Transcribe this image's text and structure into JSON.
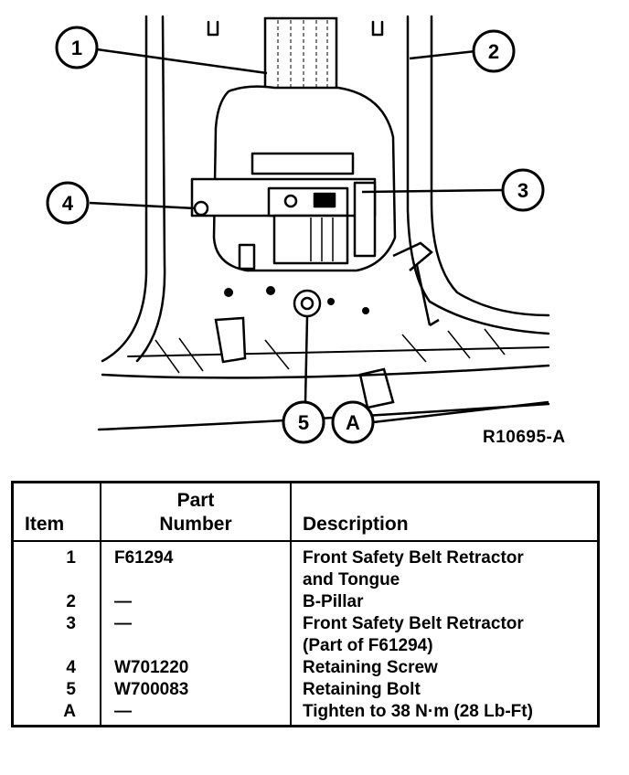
{
  "figure": {
    "callouts": [
      "1",
      "2",
      "3",
      "4",
      "5",
      "A"
    ],
    "figure_id": "R10695-A"
  },
  "table": {
    "headers": {
      "item": "Item",
      "part_line1": "Part",
      "part_line2": "Number",
      "description": "Description"
    },
    "rows": [
      {
        "item": "1",
        "part": "F61294",
        "desc_lines": [
          "Front Safety Belt Retractor",
          "and Tongue"
        ]
      },
      {
        "item": "2",
        "part": "—",
        "desc_lines": [
          "B-Pillar"
        ]
      },
      {
        "item": "3",
        "part": "—",
        "desc_lines": [
          "Front Safety Belt Retractor",
          "(Part of F61294)"
        ]
      },
      {
        "item": "4",
        "part": "W701220",
        "desc_lines": [
          "Retaining Screw"
        ]
      },
      {
        "item": "5",
        "part": "W700083",
        "desc_lines": [
          "Retaining Bolt"
        ]
      },
      {
        "item": "A",
        "part": "—",
        "desc_lines": [
          "Tighten to 38 N·m (28 Lb-Ft)"
        ]
      }
    ]
  }
}
